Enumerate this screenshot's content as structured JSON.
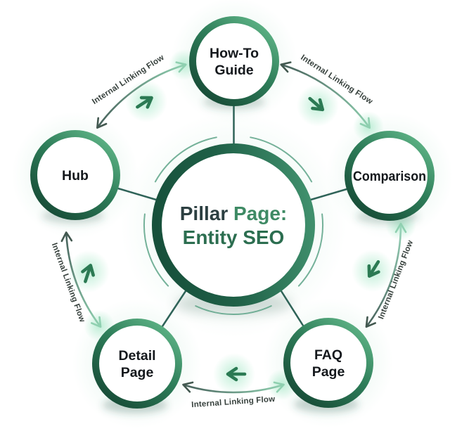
{
  "diagram": {
    "center": {
      "title_part1": "Pillar ",
      "title_part2": "Page:",
      "subtitle": "Entity SEO"
    },
    "nodes": {
      "top": {
        "line1": "How-To",
        "line2": "Guide"
      },
      "left": {
        "line1": "Hub"
      },
      "right": {
        "line1": "Comparison"
      },
      "bottom_left": {
        "line1": "Detail",
        "line2": "Page"
      },
      "bottom_right": {
        "line1": "FAQ",
        "line2": "Page"
      }
    },
    "flow_label": "Internal Linking Flow",
    "colors": {
      "ring_dark": "#174c37",
      "ring_mid": "#2e7d59",
      "ring_light": "#5cb184",
      "center_title_dark": "#2c3f41",
      "center_title_green": "#3e8a64",
      "subtitle_green": "#2c6e50",
      "node_text": "#14181c",
      "flow_label_text": "#37413d",
      "arc_dark": "#46605a",
      "arc_light": "#8fd0b0",
      "flow_arrow_green": "#2b7a53",
      "connector": "#2f6358",
      "glow_mint": "#8ce1b7"
    }
  }
}
